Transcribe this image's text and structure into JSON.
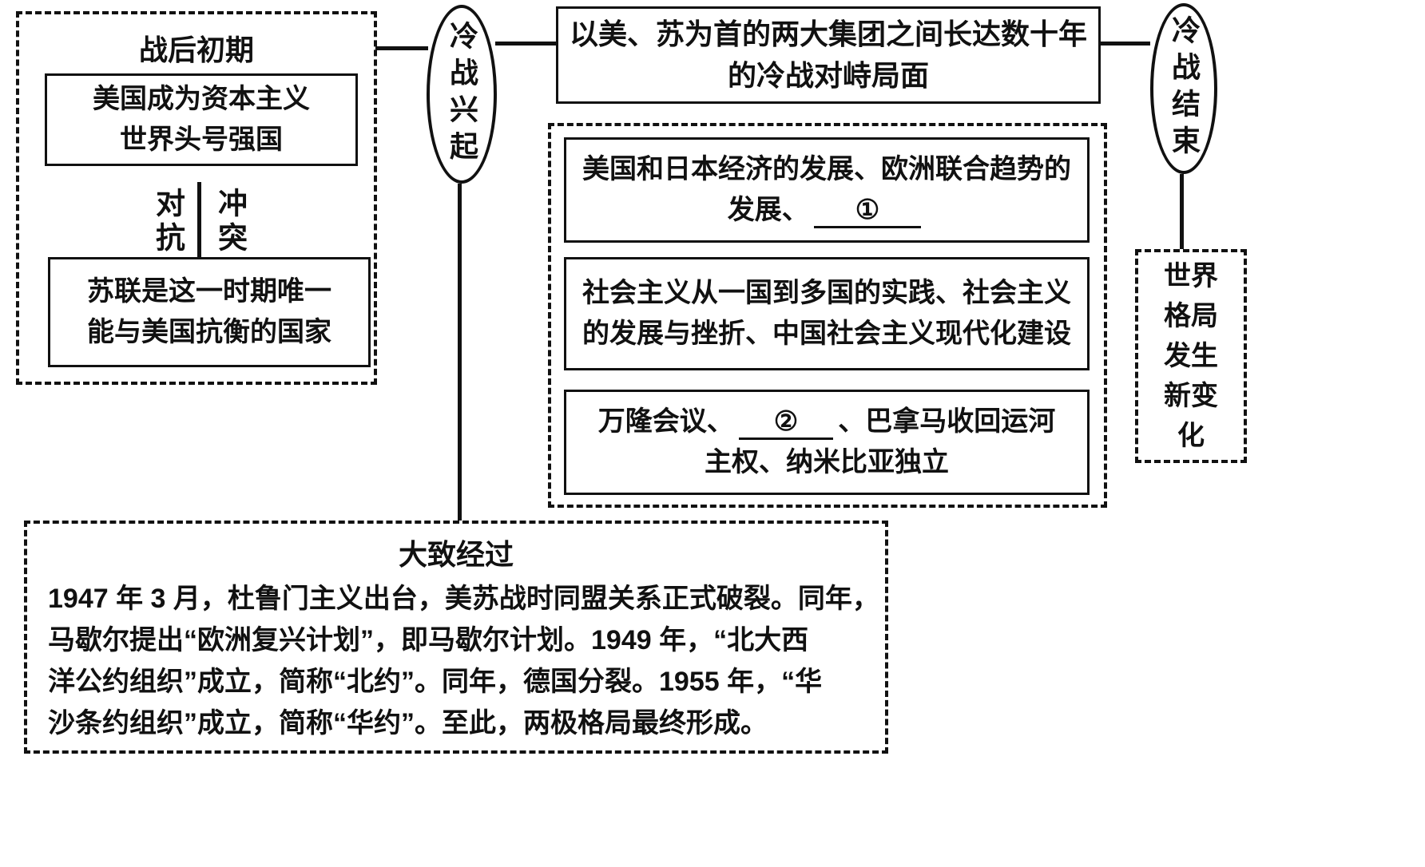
{
  "style": {
    "ink_color": "#111111",
    "background_color": "#ffffff"
  },
  "diagram": {
    "postwar": {
      "title": "战后初期",
      "us_box": {
        "line1": "美国成为资本主义",
        "line2": "世界头号强国"
      },
      "confrontation_left": "对抗",
      "confrontation_right": "冲突",
      "ussr_box": {
        "line1": "苏联是这一时期唯一",
        "line2": "能与美国抗衡的国家"
      }
    },
    "rise_ellipse": "冷战兴起",
    "standoff_box": {
      "line1": "以美、苏为首的两大集团之间长达数十年",
      "line2": "的冷战对峙局面"
    },
    "end_ellipse": "冷战结束",
    "world_pattern_box": "世界格局发生新变化",
    "effects": {
      "economy_box": {
        "line1": "美国和日本经济的发展、欧洲联合趋势的",
        "line2_prefix": "发展、",
        "blank": "①"
      },
      "socialism_box": {
        "line1": "社会主义从一国到多国的实践、社会主义",
        "line2": "的发展与挫折、中国社会主义现代化建设"
      },
      "third_world_box": {
        "line1_prefix": "万隆会议、",
        "blank": "②",
        "line1_suffix": "、巴拿马收回运河",
        "line2": "主权、纳米比亚独立"
      }
    },
    "course_box": {
      "title": "大致经过",
      "lines": [
        "1947 年 3 月，杜鲁门主义出台，美苏战时同盟关系正式破裂。同年，",
        "马歇尔提出“欧洲复兴计划”，即马歇尔计划。1949 年，“北大西",
        "洋公约组织”成立，简称“北约”。同年，德国分裂。1955 年，“华",
        "沙条约组织”成立，简称“华约”。至此，两极格局最终形成。"
      ]
    }
  }
}
